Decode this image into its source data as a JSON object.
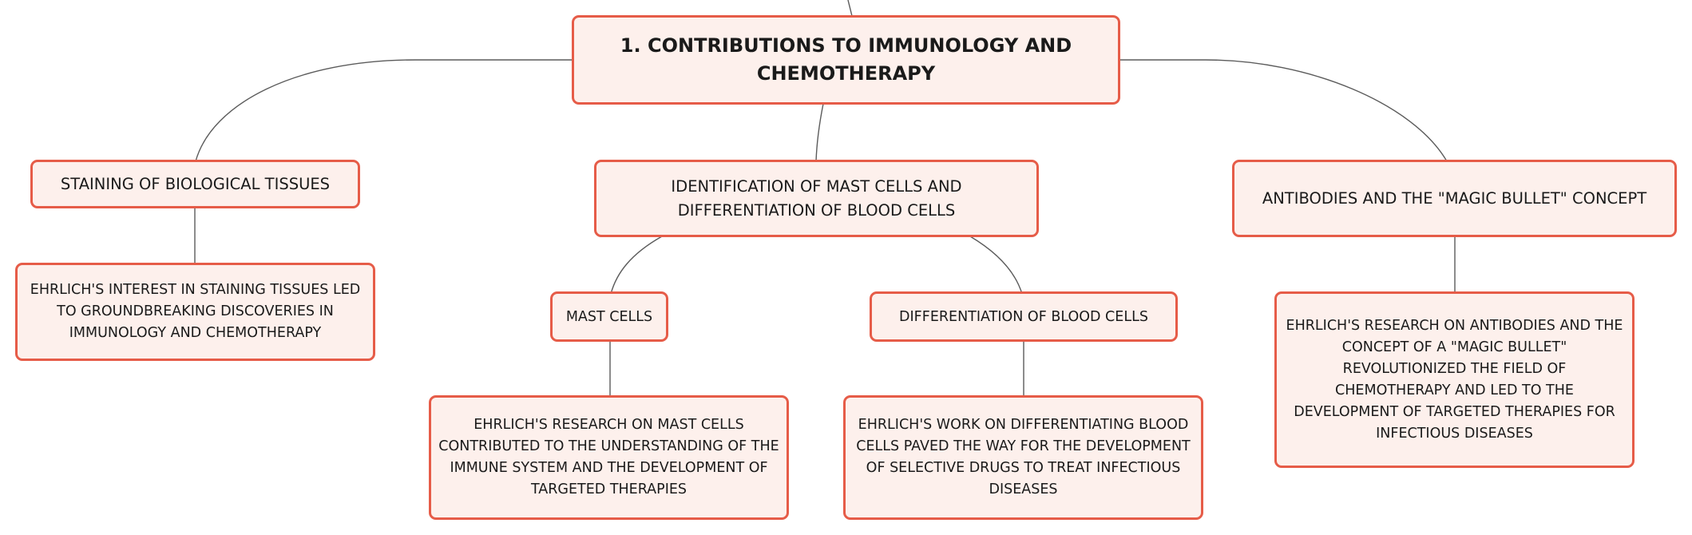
{
  "diagram": {
    "colors": {
      "node_fill": "#fdf0ec",
      "node_border": "#e65c48",
      "connector": "#5b5b5b",
      "text": "#1a1a1a"
    },
    "central": {
      "label": "1. CONTRIBUTIONS TO IMMUNOLOGY AND CHEMOTHERAPY"
    },
    "branches": {
      "staining": {
        "label": "STAINING OF BIOLOGICAL TISSUES",
        "detail": "EHRLICH'S INTEREST IN STAINING TISSUES LED TO GROUNDBREAKING DISCOVERIES IN IMMUNOLOGY AND CHEMOTHERAPY"
      },
      "mast_cells": {
        "label": "IDENTIFICATION OF MAST CELLS AND DIFFERENTIATION OF BLOOD CELLS",
        "children": {
          "mast": {
            "label": "MAST CELLS",
            "detail": "EHRLICH'S RESEARCH ON MAST CELLS CONTRIBUTED TO THE UNDERSTANDING OF THE IMMUNE SYSTEM AND THE DEVELOPMENT OF TARGETED THERAPIES"
          },
          "blood": {
            "label": "DIFFERENTIATION OF BLOOD CELLS",
            "detail": "EHRLICH'S WORK ON DIFFERENTIATING BLOOD CELLS PAVED THE WAY FOR THE DEVELOPMENT OF SELECTIVE DRUGS TO TREAT INFECTIOUS DISEASES"
          }
        }
      },
      "antibodies": {
        "label": "ANTIBODIES AND THE \"MAGIC BULLET\" CONCEPT",
        "detail": "EHRLICH'S RESEARCH ON ANTIBODIES AND THE CONCEPT OF A \"MAGIC BULLET\" REVOLUTIONIZED THE FIELD OF CHEMOTHERAPY AND LED TO THE DEVELOPMENT OF TARGETED THERAPIES FOR INFECTIOUS DISEASES"
      }
    }
  }
}
